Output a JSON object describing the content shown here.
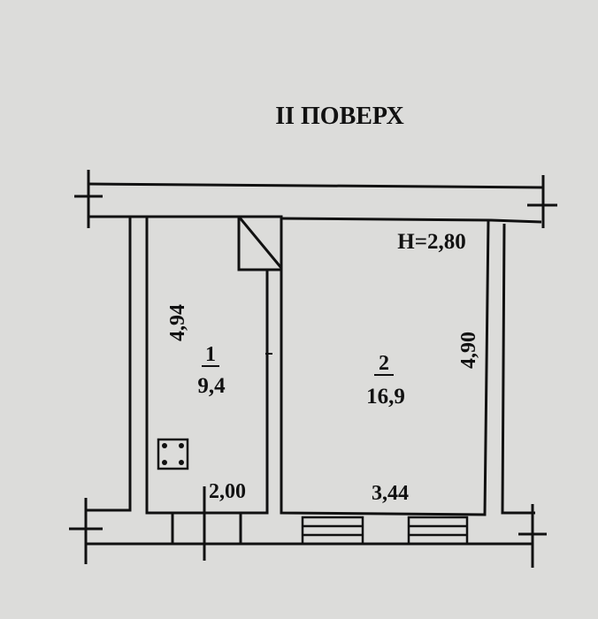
{
  "floor_title": "II ПОВЕРХ",
  "ceiling_height": "H=2,80",
  "rooms": [
    {
      "number": "1",
      "area": "9,4",
      "length": "4,94",
      "width": "2,00"
    },
    {
      "number": "2",
      "area": "16,9",
      "length": "4,90",
      "width": "3,44"
    }
  ],
  "colors": {
    "paper": "#dcdcda",
    "ink": "#111111"
  }
}
